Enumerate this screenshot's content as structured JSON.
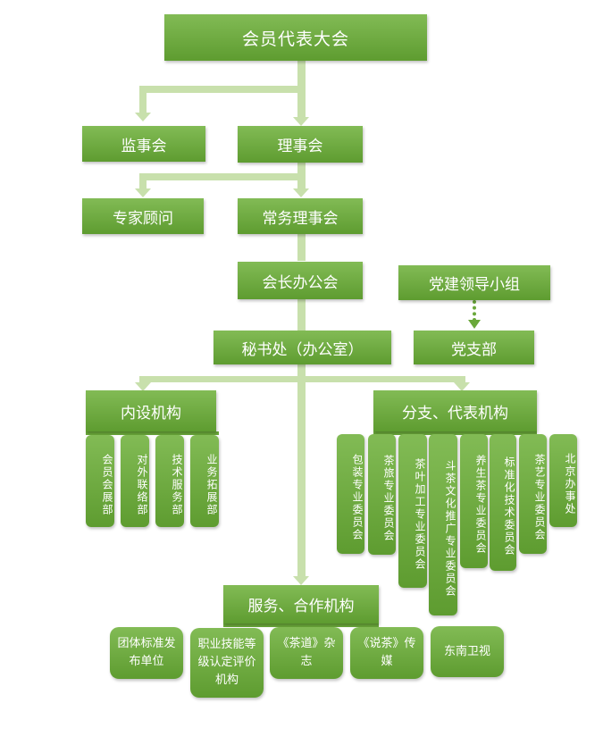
{
  "top": "会员代表大会",
  "supervisors": "监事会",
  "council": "理事会",
  "advisors": "专家顾问",
  "standing_council": "常务理事会",
  "president_office": "会长办公会",
  "party_group": "党建领导小组",
  "party_branch": "党支部",
  "secretariat": "秘书处（办公室）",
  "internal": {
    "title": "内设机构",
    "items": [
      "会员会展部",
      "对外联络部",
      "技术服务部",
      "业务拓展部"
    ]
  },
  "branches": {
    "title": "分支、代表机构",
    "items": [
      "包装专业委员会",
      "茶旅专业委员会",
      "茶叶加工专业委员会",
      "斗茶文化推广专业委员会",
      "养生茶专业委员会",
      "标准化技术委员会",
      "茶艺专业委员会",
      "北京办事处"
    ]
  },
  "services": {
    "title": "服务、合作机构",
    "items": [
      "团体标准发布单位",
      "职业技能等级认定评价机构",
      "《茶道》杂志",
      "《说茶》传媒",
      "东南卫视"
    ]
  }
}
